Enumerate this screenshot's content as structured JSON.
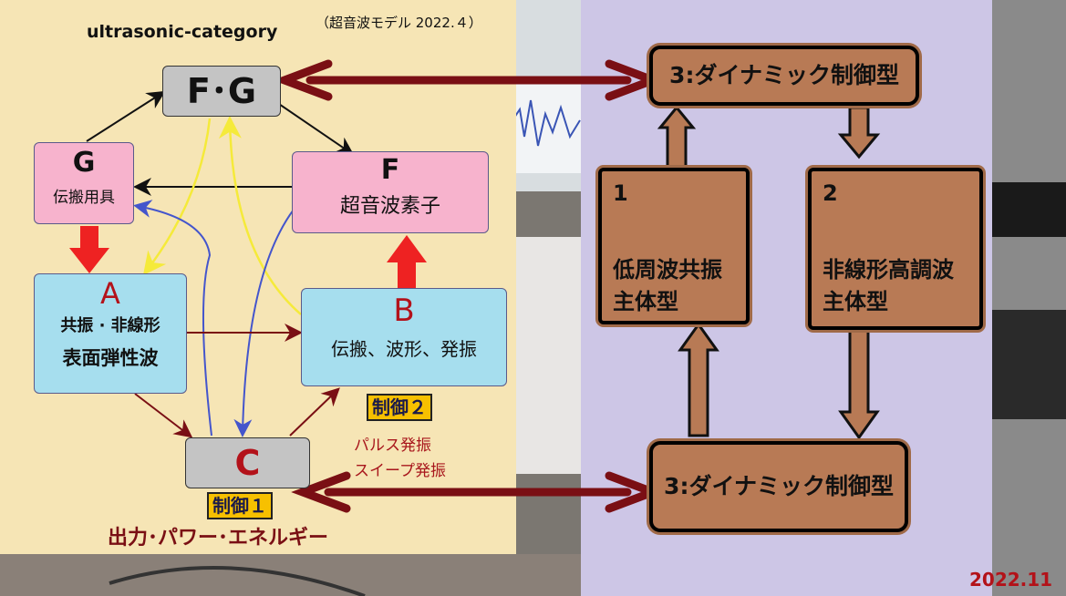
{
  "header": {
    "title": "ultrasonic-category",
    "note": "（超音波モデル 2022.４）"
  },
  "nodes": {
    "fg": {
      "letter": "F･G"
    },
    "g": {
      "letter": "G",
      "label": "伝搬用具"
    },
    "f": {
      "letter": "F",
      "label": "超音波素子"
    },
    "a": {
      "letter": "A",
      "line1": "共振 · 非線形",
      "line2": "表面弾性波"
    },
    "b": {
      "letter": "B",
      "label": "伝搬、波形、発振"
    },
    "c": {
      "letter": "C"
    }
  },
  "controls": {
    "control1": "制御１",
    "control2": "制御２",
    "pulse": "パルス発振",
    "sweep": "スイープ発振",
    "output": "出力･パワー･エネルギー"
  },
  "right": {
    "top": "3:ダイナミック制御型",
    "box1_num": "1",
    "box1_label": "低周波共振主体型",
    "box2_num": "2",
    "box2_label": "非線形高調波主体型",
    "bottom": "3:ダイナミック制御型"
  },
  "date": "2022.11",
  "colors": {
    "left_bg": "#f6e5b5",
    "right_bg": "#cdc6e6",
    "pink": "#f7b3cd",
    "cyan": "#a6deee",
    "gray": "#c4c4c4",
    "dark_red_arrow": "#7a0f14",
    "red_arrow": "#ee2222",
    "yellow_arrow": "#f5ea3a",
    "blue_arrow": "#4455cc",
    "brown_box": "#b87a55",
    "badge": "#f7c000"
  }
}
